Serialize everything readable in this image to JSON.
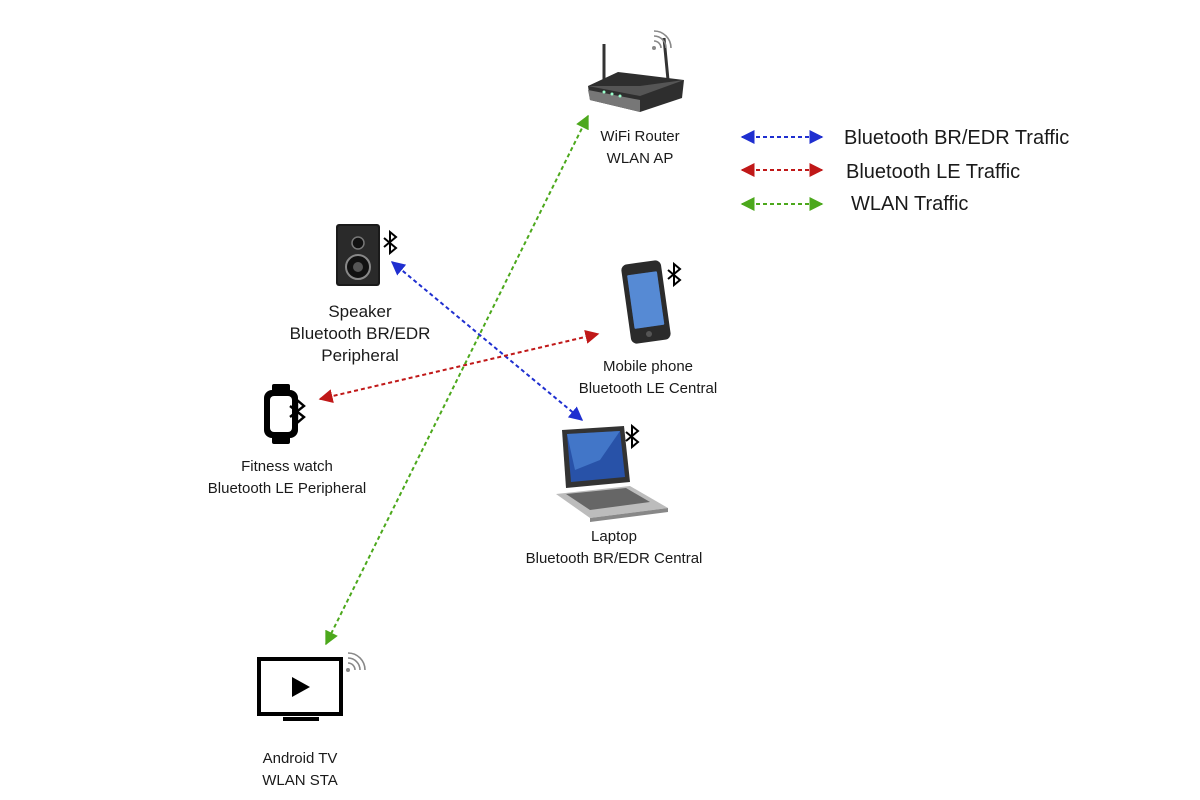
{
  "nodes": {
    "router": {
      "icon": "wifi-router-icon",
      "badge": "wifi-signal-icon",
      "line1": "WiFi Router",
      "line2": "WLAN AP"
    },
    "speaker": {
      "icon": "speaker-icon",
      "badge": "bluetooth-icon",
      "line1": "Speaker",
      "line2": "Bluetooth BR/EDR",
      "line3": "Peripheral"
    },
    "phone": {
      "icon": "mobile-phone-icon",
      "badge": "bluetooth-icon",
      "line1": "Mobile phone",
      "line2": "Bluetooth LE Central"
    },
    "watch": {
      "icon": "fitness-watch-icon",
      "badge": "bluetooth-icon",
      "line1": "Fitness watch",
      "line2": "Bluetooth LE Peripheral"
    },
    "laptop": {
      "icon": "laptop-icon",
      "badge": "bluetooth-icon",
      "line1": "Laptop",
      "line2": "Bluetooth BR/EDR Central"
    },
    "tv": {
      "icon": "android-tv-icon",
      "badge": "wifi-signal-icon",
      "line1": "Android TV",
      "line2": "WLAN STA"
    }
  },
  "legend": [
    {
      "label": "Bluetooth BR/EDR Traffic",
      "color": "#1f2fd0"
    },
    {
      "label": "Bluetooth LE Traffic",
      "color": "#c01818"
    },
    {
      "label": "WLAN Traffic",
      "color": "#4ca81c"
    }
  ],
  "connections": [
    {
      "from": "speaker",
      "to": "laptop",
      "type": "Bluetooth BR/EDR Traffic",
      "color": "#1f2fd0"
    },
    {
      "from": "watch",
      "to": "phone",
      "type": "Bluetooth LE Traffic",
      "color": "#c01818"
    },
    {
      "from": "router",
      "to": "tv",
      "type": "WLAN Traffic",
      "color": "#4ca81c"
    }
  ]
}
